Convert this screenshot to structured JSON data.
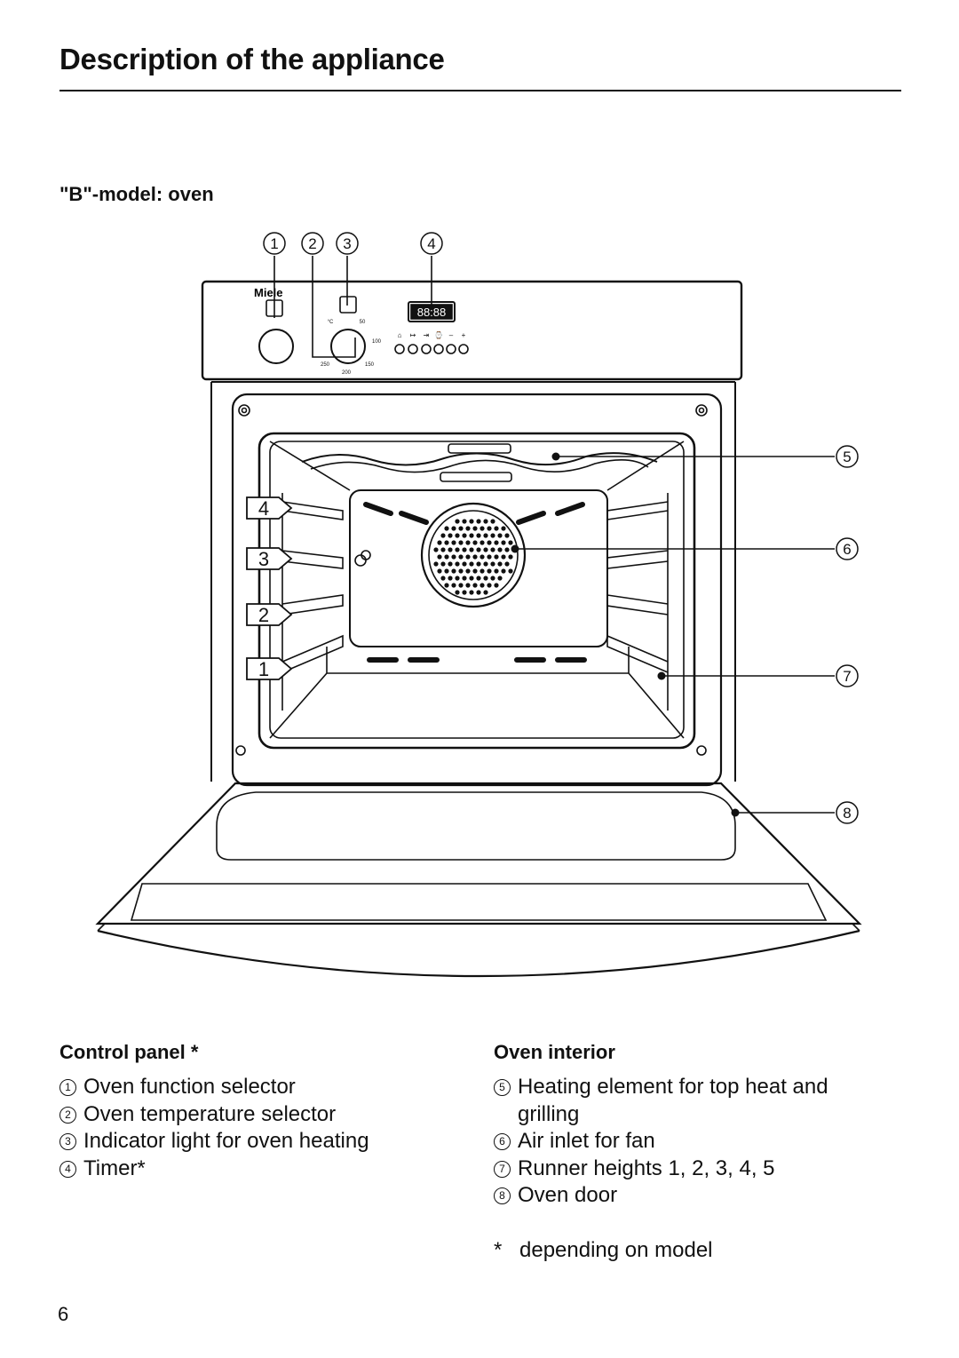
{
  "header": {
    "title": "Description of the appliance"
  },
  "figure": {
    "subtitle": "\"B\"-model: oven",
    "brand": "Miele",
    "display": "88:88",
    "callouts": [
      "1",
      "2",
      "3",
      "4",
      "5",
      "6",
      "7",
      "8"
    ],
    "runner_labels": [
      "4",
      "3",
      "2",
      "1"
    ],
    "dial_marks": {
      "celsius": "°C",
      "t50": "50",
      "t100": "100",
      "t150": "150",
      "t200": "200",
      "t250": "250"
    },
    "timer_symbols": [
      "⌂",
      "↦",
      "⇥",
      "⌚",
      "–",
      "+"
    ]
  },
  "control_panel": {
    "heading": "Control panel *",
    "items": [
      {
        "num": "1",
        "text": "Oven function selector"
      },
      {
        "num": "2",
        "text": "Oven temperature selector"
      },
      {
        "num": "3",
        "text": "Indicator light for oven heating"
      },
      {
        "num": "4",
        "text": "Timer*"
      }
    ]
  },
  "oven_interior": {
    "heading": "Oven interior",
    "items": [
      {
        "num": "5",
        "text": "Heating element for top heat and grilling"
      },
      {
        "num": "6",
        "text": "Air inlet for fan"
      },
      {
        "num": "7",
        "text": "Runner heights 1, 2, 3, 4, 5"
      },
      {
        "num": "8",
        "text": "Oven door"
      }
    ]
  },
  "footnote": {
    "marker": "*",
    "text": "depending on model"
  },
  "page_number": "6"
}
